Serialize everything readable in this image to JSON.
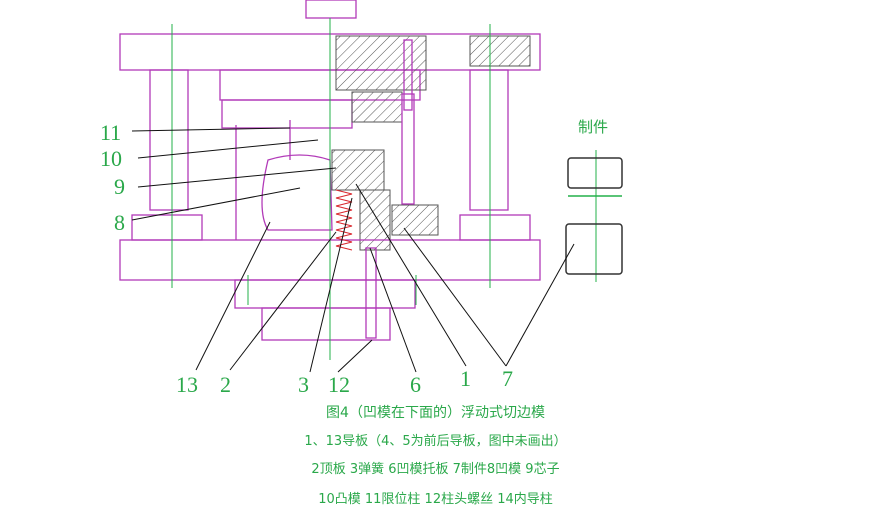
{
  "labels": {
    "n11": "11",
    "n10": "10",
    "n9": "9",
    "n8": "8",
    "n13": "13",
    "n2": "2",
    "n3": "3",
    "n12": "12",
    "n6": "6",
    "n1": "1",
    "n7": "7",
    "part": "制件"
  },
  "caption": {
    "title": "图4（凹模在下面的）浮动式切边模",
    "line1": "1、13导板（4、5为前后导板，图中未画出）",
    "line2": "2顶板 3弹簧 6凹模托板 7制件8凹模 9芯子",
    "line3": "10凸模 11限位柱 12柱头螺丝 14内导柱"
  },
  "colors": {
    "outline": "#b23ab8",
    "centerline": "#23b04a",
    "label": "#2aa84a",
    "leader": "#111111",
    "spring": "#d9262c",
    "hatch": "#555555"
  }
}
